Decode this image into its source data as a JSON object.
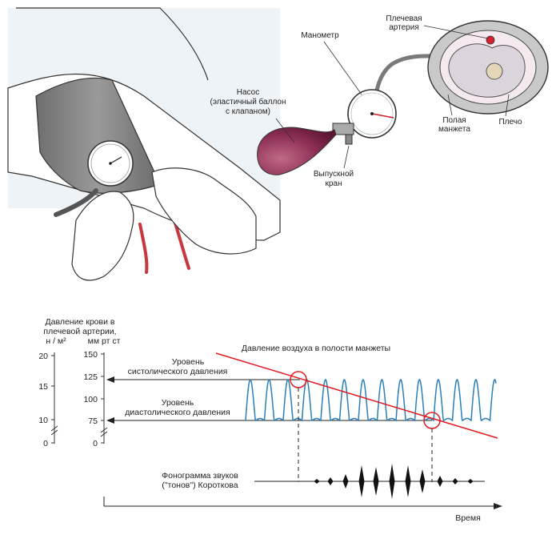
{
  "labels": {
    "artery": [
      "Плечевая",
      "артерия"
    ],
    "manometer": "Манометр",
    "pump": [
      "Насос",
      "(эластичный баллон",
      "с клапаном)"
    ],
    "valve": [
      "Выпускной",
      "кран"
    ],
    "cuff": [
      "Полая",
      "манжета"
    ],
    "arm": "Плечо"
  },
  "chart": {
    "ytitle_left": [
      "Давление крови в",
      "плечевой артерии,"
    ],
    "unit_nm": "н / м²",
    "unit_mmhg": "мм рт ст",
    "left_ticks": [
      "20",
      "15",
      "10",
      "0"
    ],
    "right_ticks": [
      "150",
      "125",
      "100",
      "75",
      "0"
    ],
    "cuff_pressure_label": "Давление воздуха в полости манжеты",
    "systolic_label": [
      "Уровень",
      "систолического давления"
    ],
    "diastolic_label": [
      "Уровень",
      "диастолического давления"
    ],
    "phonogram_label": [
      "Фонограмма звуков",
      "(\"тонов\") Короткова"
    ],
    "x_label": "Время"
  },
  "colors": {
    "cuff_line": "#e31b23",
    "wave": "#2a7fb8",
    "cuff_band": "#7d7d7d",
    "skin": "#ffffff",
    "arm_tint": "#e9f0f5",
    "artery_dot": "#d62030",
    "bulb_dark": "#6b1a3a",
    "bulb_light": "#c06a86",
    "cross_section_fill": "#d7d2d7"
  }
}
